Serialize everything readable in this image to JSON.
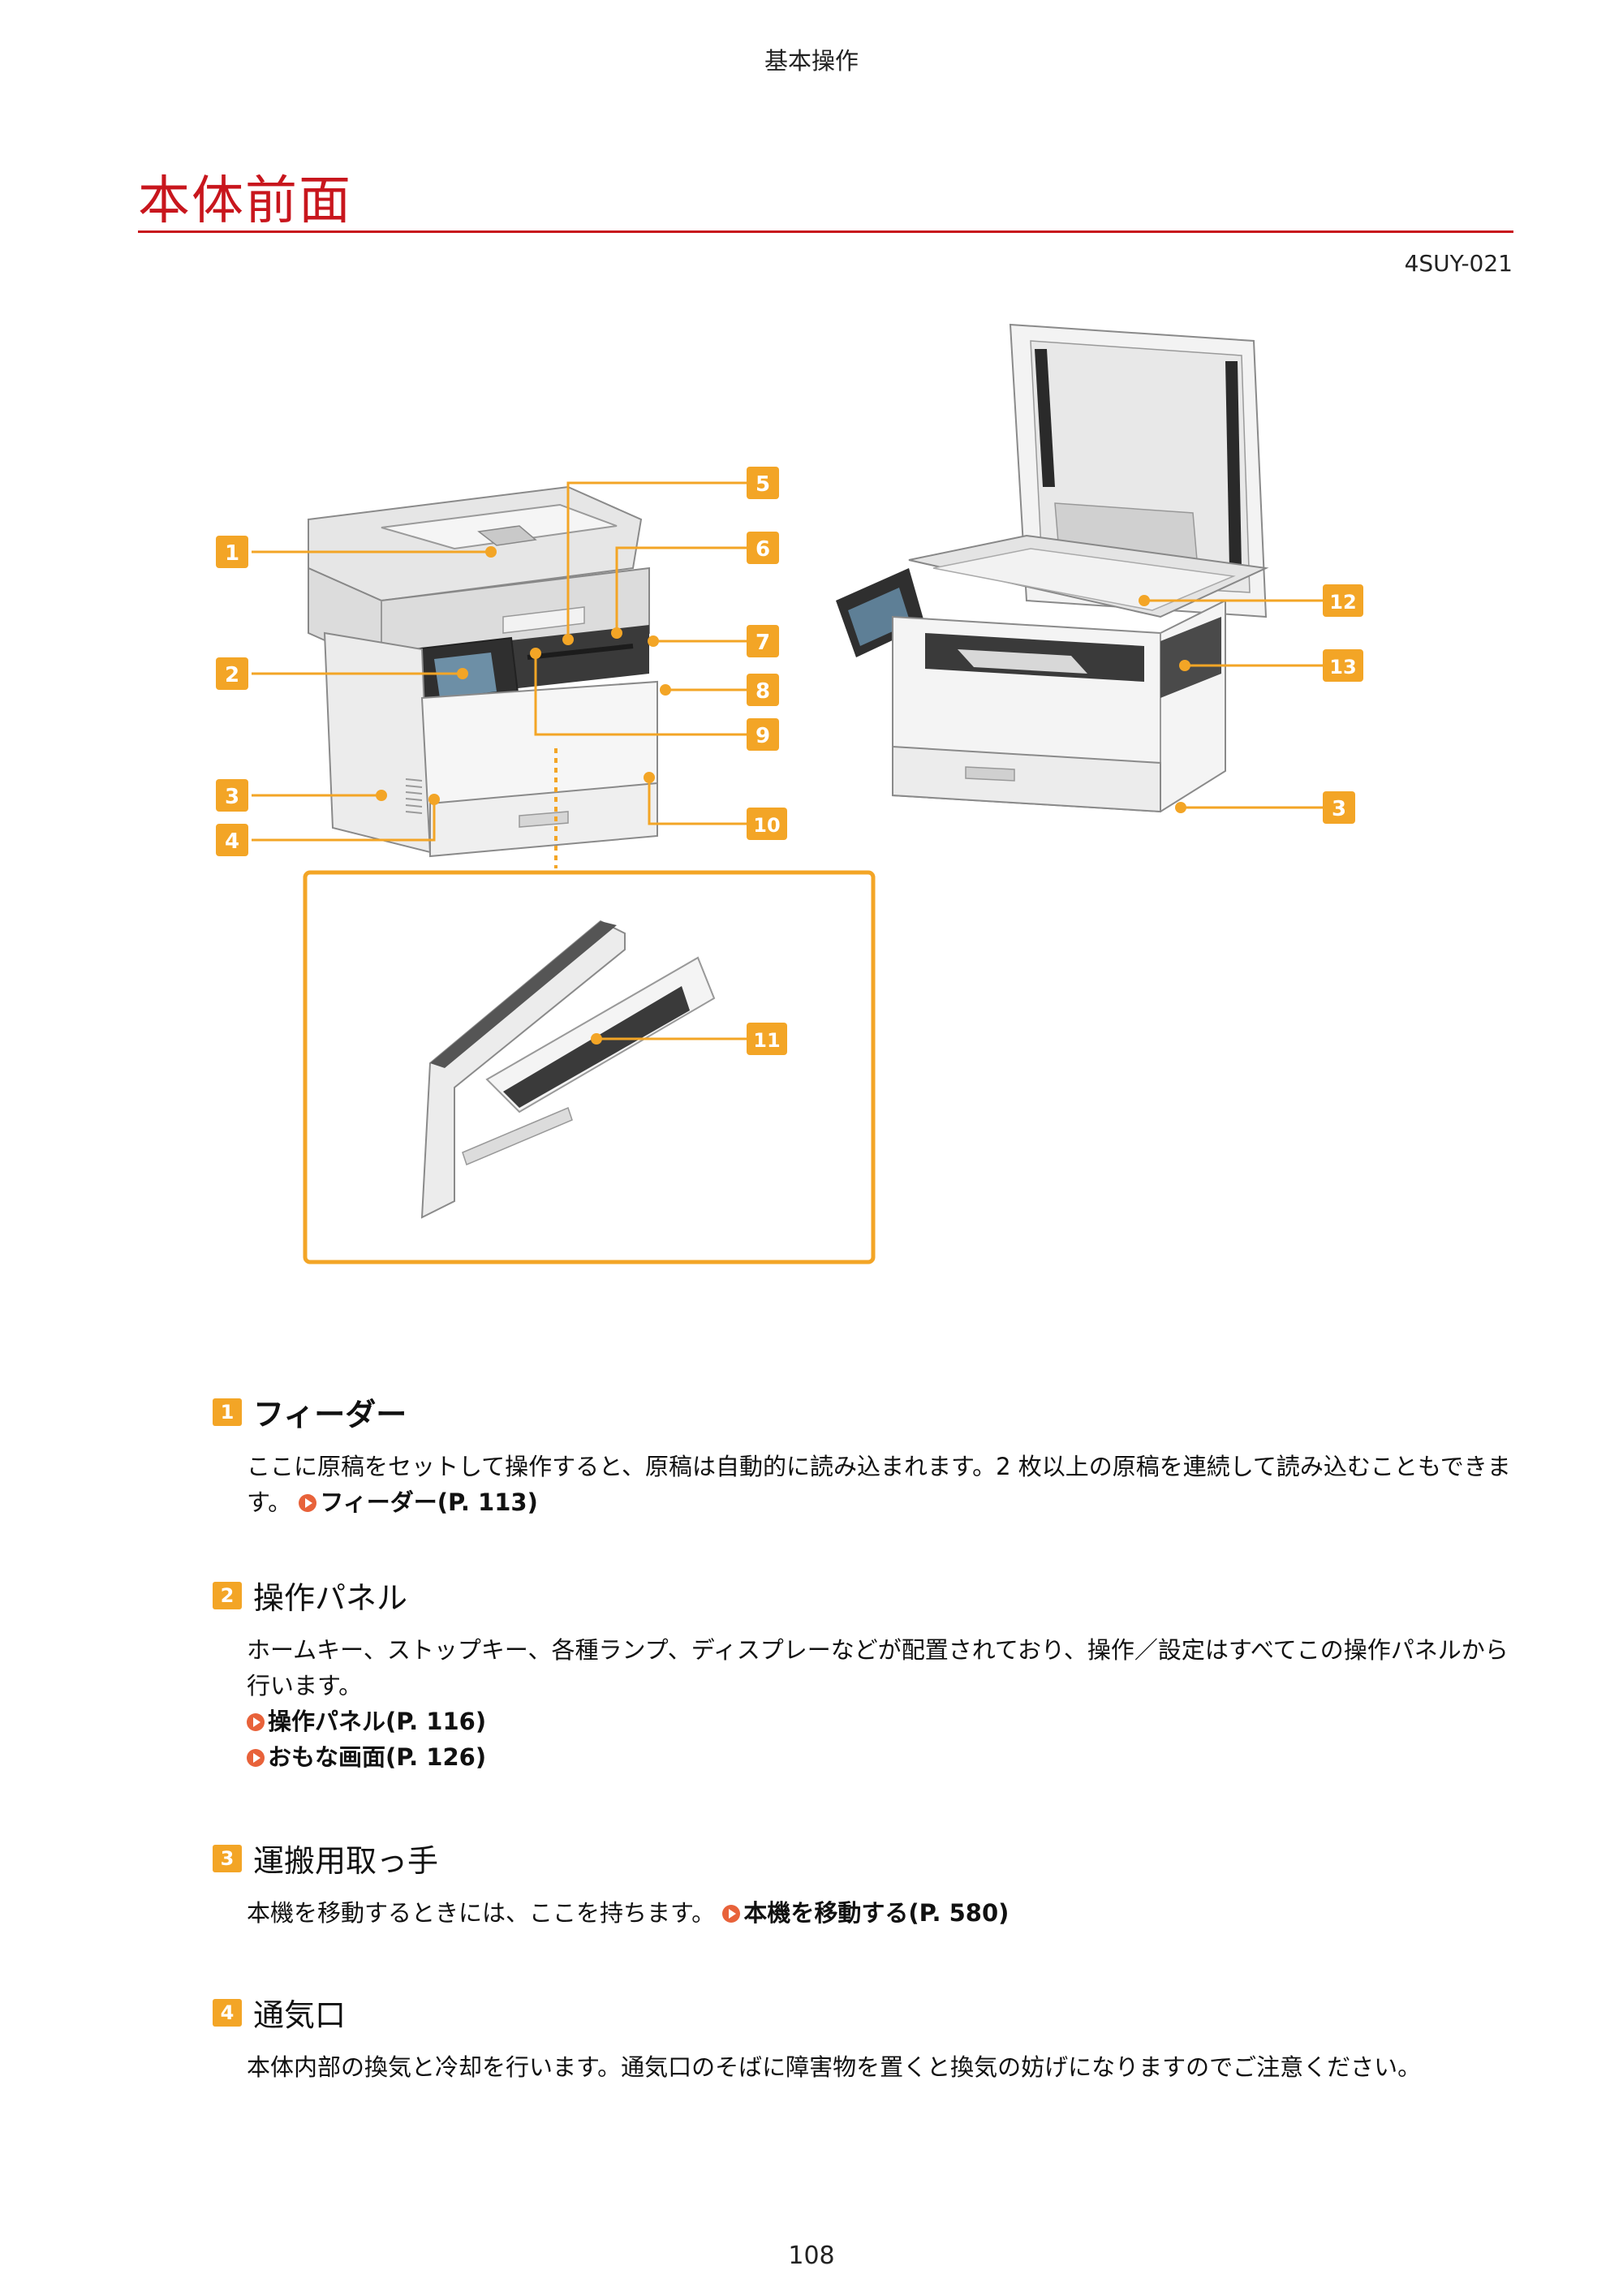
{
  "header": {
    "section": "基本操作"
  },
  "page": {
    "title": "本体前面",
    "doc_code": "4SUY-021",
    "page_number": "108"
  },
  "figure": {
    "callouts": [
      "1",
      "2",
      "3",
      "4",
      "5",
      "6",
      "7",
      "8",
      "9",
      "10",
      "11",
      "12",
      "13",
      "3"
    ]
  },
  "sections": [
    {
      "num": "1",
      "title": "フィーダー",
      "body": "ここに原稿をセットして操作すると、原稿は自動的に読み込まれます。2 枚以上の原稿を連続して読み込むこともできます。",
      "links": [
        "フィーダー(P. 113)"
      ]
    },
    {
      "num": "2",
      "title": "操作パネル",
      "body": "ホームキー、ストップキー、各種ランプ、ディスプレーなどが配置されており、操作／設定はすべてこの操作パネルから行います。",
      "links": [
        "操作パネル(P. 116)",
        "おもな画面(P. 126)"
      ]
    },
    {
      "num": "3",
      "title": "運搬用取っ手",
      "body": "本機を移動するときには、ここを持ちます。",
      "links": [
        "本機を移動する(P. 580)"
      ]
    },
    {
      "num": "4",
      "title": "通気口",
      "body": "本体内部の換気と冷却を行います。通気口のそばに障害物を置くと換気の妨げになりますのでご注意ください。",
      "links": []
    }
  ],
  "colors": {
    "accent_red": "#c8161d",
    "callout_orange": "#f3a526",
    "link_arrow": "#e8623a"
  }
}
